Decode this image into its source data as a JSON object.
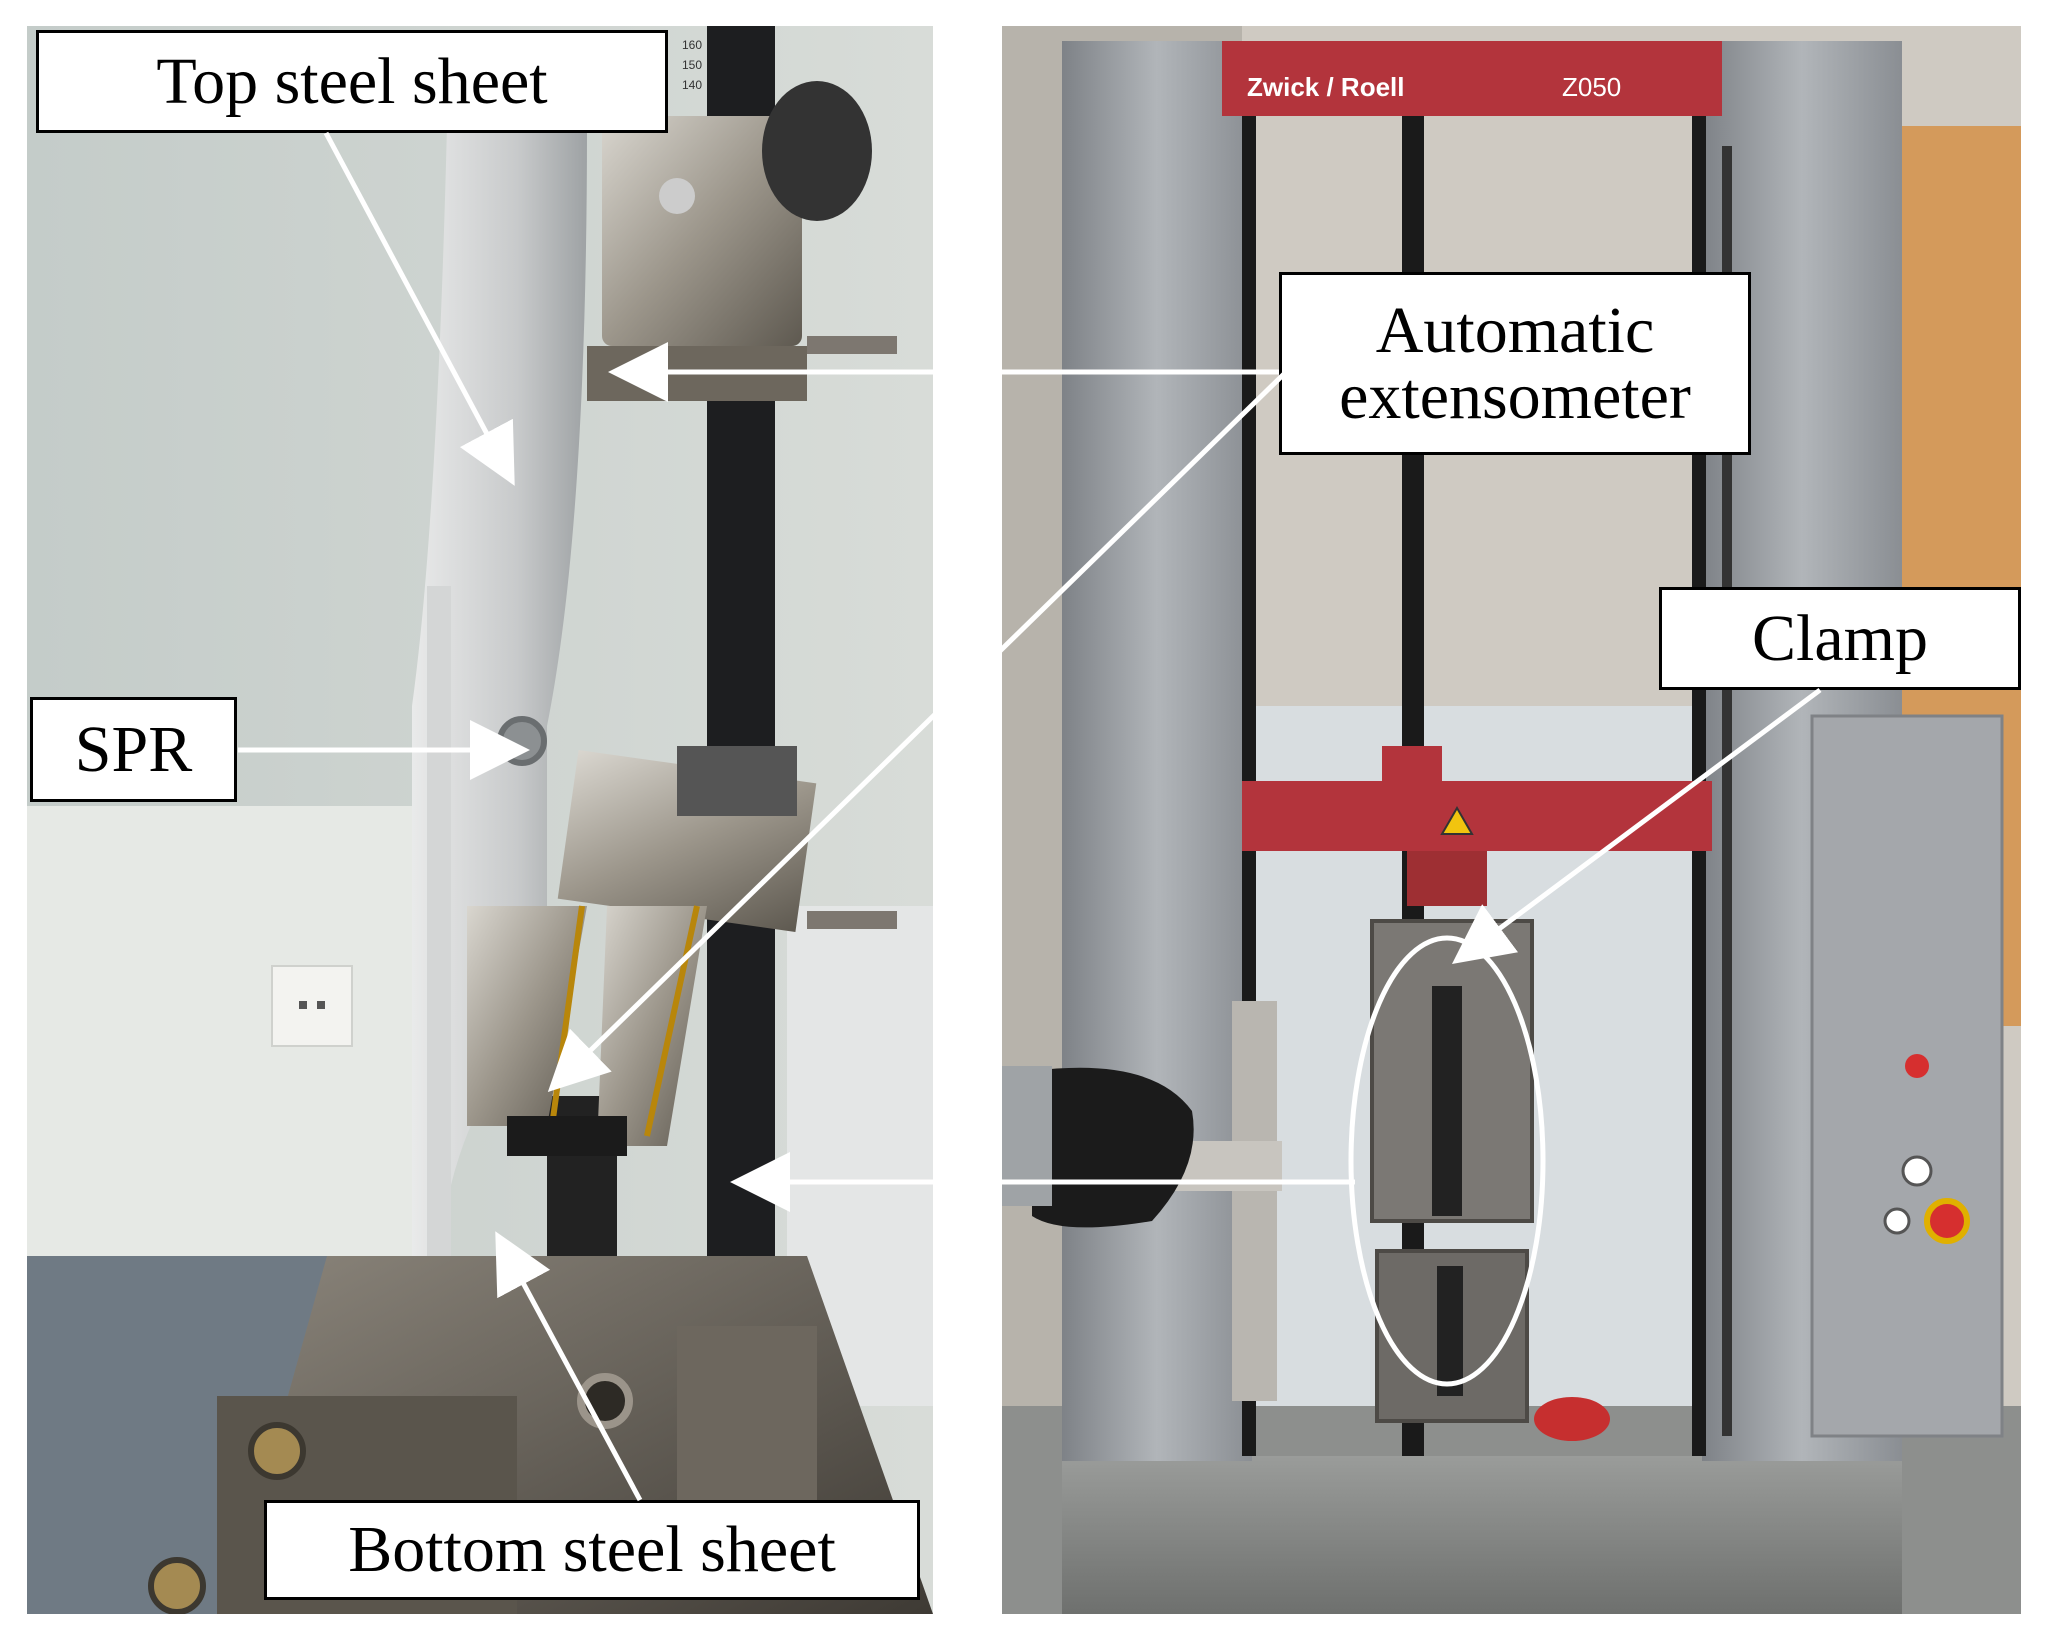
{
  "labels": {
    "top_steel_sheet": "Top steel sheet",
    "spr": "SPR",
    "bottom_steel_sheet": "Bottom steel sheet",
    "automatic_extensometer_line1": "Automatic",
    "automatic_extensometer_line2": "extensometer",
    "clamp": "Clamp"
  },
  "machine_brand": "Zwick / Roell",
  "machine_model": "Z050",
  "scale_marks": [
    "160",
    "150",
    "140"
  ],
  "colors": {
    "frame_red": "#b3343c",
    "column_grey": "#9fa3a8",
    "arrow": "#ffffff",
    "callout_border": "#000000"
  }
}
